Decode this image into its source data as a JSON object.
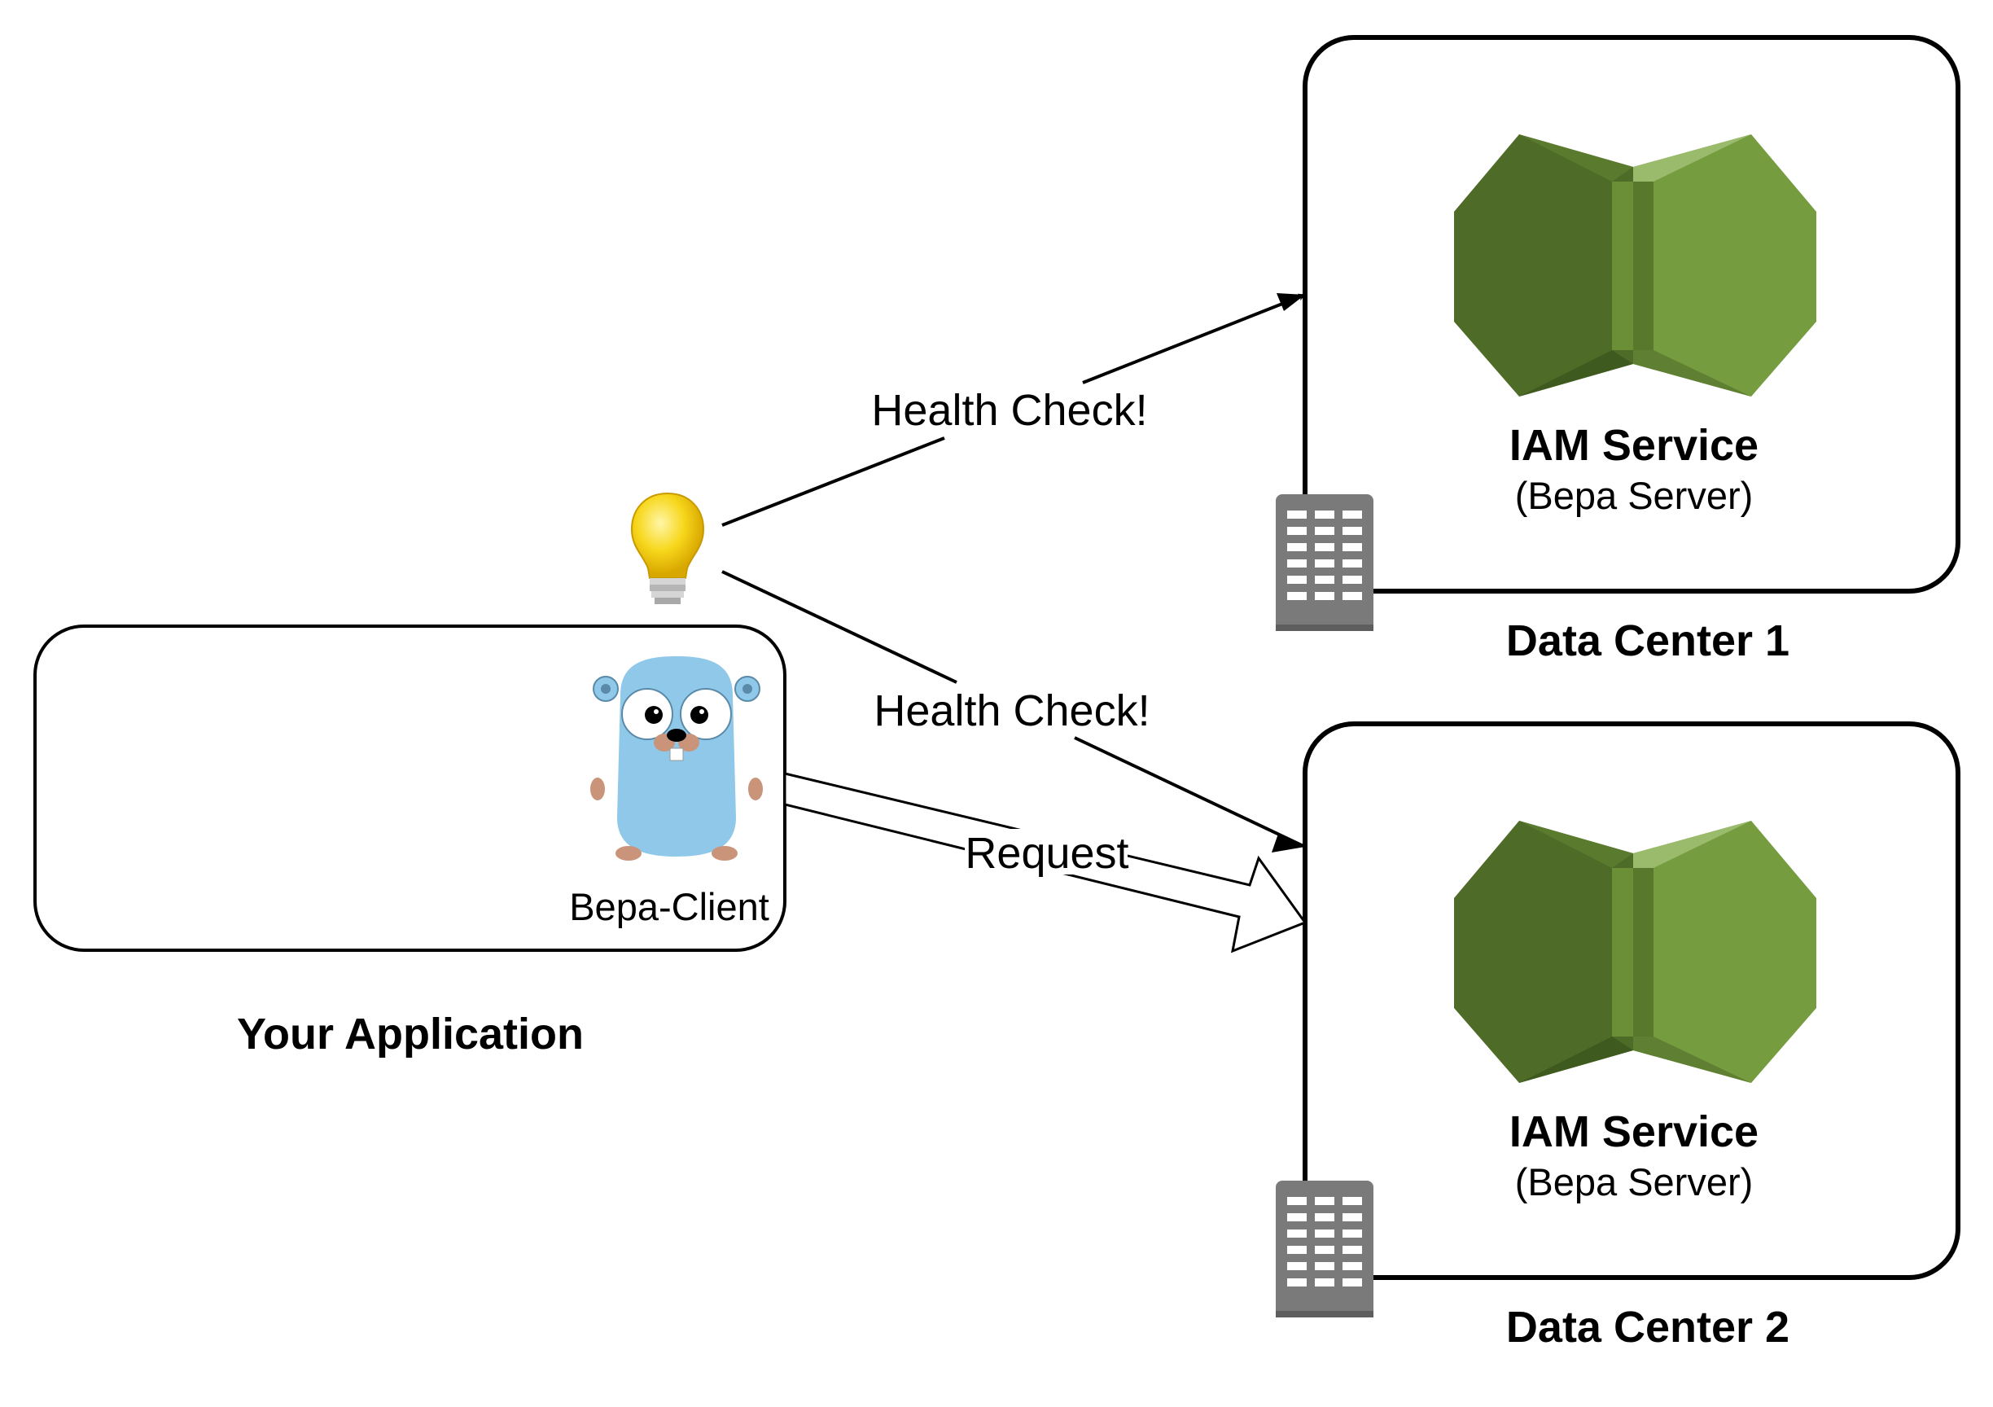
{
  "application": {
    "label": "Your Application",
    "client_label": "Bepa-Client",
    "client_icon": "gopher-icon"
  },
  "health_indicator_icon": "lightbulb-icon",
  "arrows": {
    "health_check_1": "Health Check!",
    "health_check_2": "Health Check!",
    "request": "Request"
  },
  "data_centers": [
    {
      "label": "Data Center 1",
      "service_title": "IAM Service",
      "service_subtitle": "(Bepa Server)",
      "service_icon": "iam-service-icon",
      "building_icon": "building-icon"
    },
    {
      "label": "Data Center 2",
      "service_title": "IAM Service",
      "service_subtitle": "(Bepa Server)",
      "service_icon": "iam-service-icon",
      "building_icon": "building-icon"
    }
  ],
  "colors": {
    "iam_dark": "#4f6b28",
    "iam_mid": "#5f7f32",
    "iam_light": "#759c3e",
    "iam_highlight": "#9aba6c",
    "building": "#7a7a7a",
    "gopher": "#8fc8e8",
    "bulb": "#f7d71c"
  }
}
